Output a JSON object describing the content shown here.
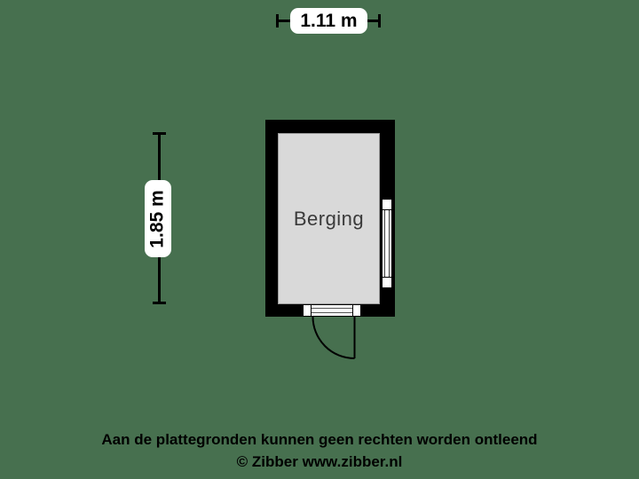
{
  "background_color": "#47704F",
  "floorplan": {
    "room": {
      "name": "Berging",
      "wall_color": "#000000",
      "floor_color": "#D9D9D9"
    },
    "dimensions": {
      "width_label": "1.11 m",
      "height_label": "1.85 m"
    },
    "features": {
      "window": "window-on-right-wall",
      "door": "door-bottom-wall-swinging-outward"
    }
  },
  "footer": {
    "disclaimer": "Aan de plattegronden kunnen geen rechten worden ontleend",
    "copyright": "© Zibber www.zibber.nl"
  }
}
